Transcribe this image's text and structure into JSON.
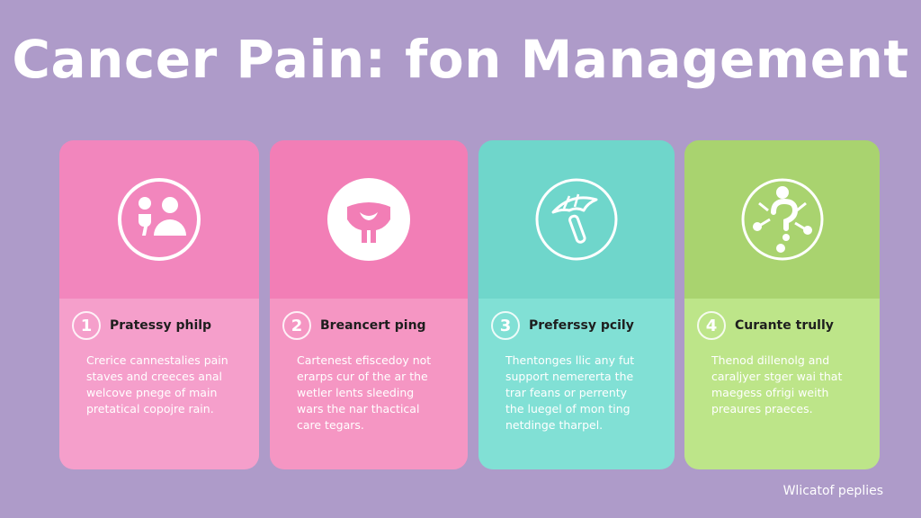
{
  "title": "Cancer Pain: fon Management",
  "cards": [
    {
      "number": "1",
      "heading": "Pratessy philp",
      "icon": "people-icon",
      "color_top": "#f286bd",
      "color_bottom": "#f59fcb",
      "lines": [
        "Crerice cannestalies pain",
        "staves and creeces anal",
        "welcove pnege of main",
        "pretatical copojre rain."
      ]
    },
    {
      "number": "2",
      "heading": "Breancert ping",
      "icon": "pelvis-icon",
      "color_top": "#f27eb6",
      "color_bottom": "#f596c3",
      "lines": [
        "Cartenest efiscedoy not",
        "erarps cur of the ar the",
        "wetler lents sleeding",
        "wars the nar thactical",
        "care tegars."
      ]
    },
    {
      "number": "3",
      "heading": "Preferssy pcily",
      "icon": "umbrella-icon",
      "color_top": "#6fd6cb",
      "color_bottom": "#81e0d5",
      "lines": [
        "Thentonges llic any fut",
        "support nemererta the",
        "trar feans or perrenty",
        "the luegel of mon ting",
        "netdinge tharpel."
      ]
    },
    {
      "number": "4",
      "heading": "Curante trully",
      "icon": "question-network-icon",
      "color_top": "#a9d36f",
      "color_bottom": "#bde589",
      "lines": [
        "Thenod dillenolg and",
        "caraljyer stger wai that",
        "maegess ofrigi weith",
        "preaures praeces."
      ]
    }
  ],
  "footer": "Wlicatof peplies"
}
